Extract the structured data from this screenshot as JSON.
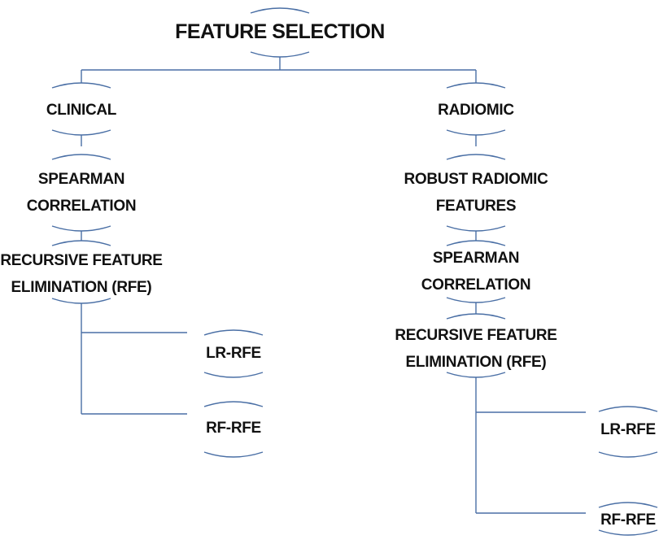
{
  "title": "FEATURE SELECTION",
  "clinical": {
    "label": "CLINICAL",
    "step1": [
      "SPEARMAN",
      "CORRELATION"
    ],
    "step2": [
      "RECURSIVE FEATURE",
      "ELIMINATION (RFE)"
    ],
    "leaf1": "LR-RFE",
    "leaf2": "RF-RFE"
  },
  "radiomic": {
    "label": "RADIOMIC",
    "step1": [
      "ROBUST RADIOMIC",
      "FEATURES"
    ],
    "step2": [
      "SPEARMAN",
      "CORRELATION"
    ],
    "step3": [
      "RECURSIVE FEATURE",
      "ELIMINATION (RFE)"
    ],
    "leaf1": "LR-RFE",
    "leaf2": "RF-RFE"
  },
  "colors": {
    "line": "#4a6fa5",
    "text": "#111111"
  }
}
